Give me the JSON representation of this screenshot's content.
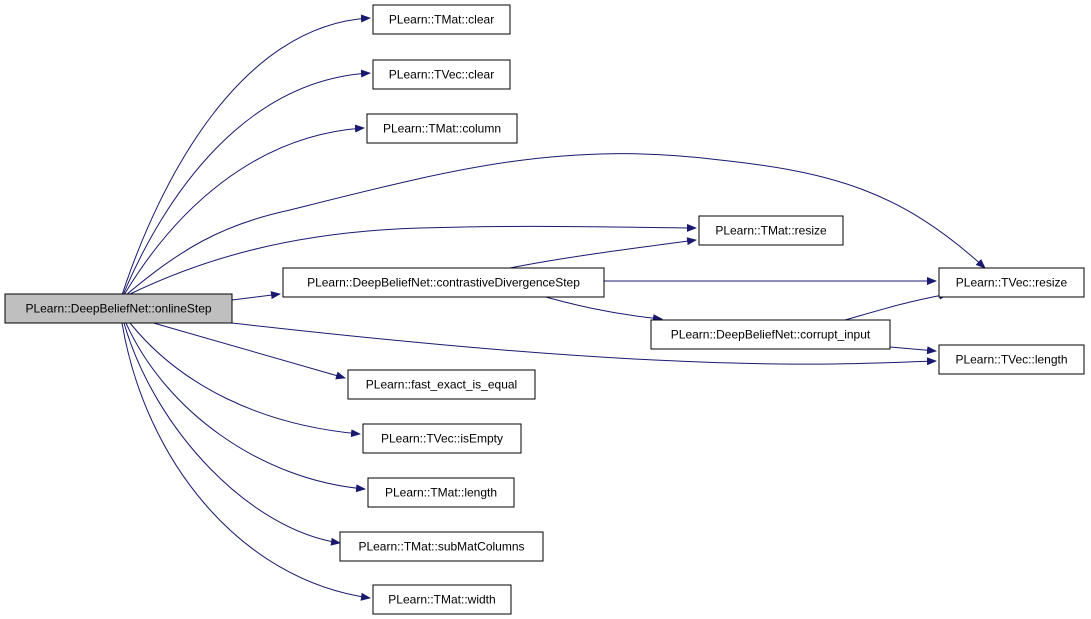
{
  "colors": {
    "edge": "#191970",
    "node_border": "#000000",
    "node_fill": "#ffffff",
    "root_fill": "#bfbfbf",
    "text": "#000000"
  },
  "nodes": [
    {
      "id": "online",
      "label": "PLearn::DeepBeliefNet::onlineStep",
      "root": true
    },
    {
      "id": "tmat_clear",
      "label": "PLearn::TMat::clear"
    },
    {
      "id": "tvec_clear",
      "label": "PLearn::TVec::clear"
    },
    {
      "id": "tmat_column",
      "label": "PLearn::TMat::column"
    },
    {
      "id": "tmat_resize",
      "label": "PLearn::TMat::resize"
    },
    {
      "id": "cd_step",
      "label": "PLearn::DeepBeliefNet::contrastiveDivergenceStep"
    },
    {
      "id": "tvec_resize",
      "label": "PLearn::TVec::resize"
    },
    {
      "id": "corrupt",
      "label": "PLearn::DeepBeliefNet::corrupt_input"
    },
    {
      "id": "tvec_length",
      "label": "PLearn::TVec::length"
    },
    {
      "id": "fast_eq",
      "label": "PLearn::fast_exact_is_equal"
    },
    {
      "id": "tvec_isempty",
      "label": "PLearn::TVec::isEmpty"
    },
    {
      "id": "tmat_length",
      "label": "PLearn::TMat::length"
    },
    {
      "id": "submat",
      "label": "PLearn::TMat::subMatColumns"
    },
    {
      "id": "tmat_width",
      "label": "PLearn::TMat::width"
    }
  ],
  "edges": [
    {
      "from": "online",
      "to": "tmat_clear"
    },
    {
      "from": "online",
      "to": "tvec_clear"
    },
    {
      "from": "online",
      "to": "tmat_column"
    },
    {
      "from": "online",
      "to": "tvec_resize"
    },
    {
      "from": "online",
      "to": "tmat_resize"
    },
    {
      "from": "online",
      "to": "cd_step"
    },
    {
      "from": "online",
      "to": "tvec_length"
    },
    {
      "from": "online",
      "to": "fast_eq"
    },
    {
      "from": "online",
      "to": "tvec_isempty"
    },
    {
      "from": "online",
      "to": "tmat_length"
    },
    {
      "from": "online",
      "to": "submat"
    },
    {
      "from": "online",
      "to": "tmat_width"
    },
    {
      "from": "cd_step",
      "to": "tmat_resize"
    },
    {
      "from": "cd_step",
      "to": "tvec_resize"
    },
    {
      "from": "cd_step",
      "to": "corrupt"
    },
    {
      "from": "corrupt",
      "to": "tvec_resize"
    },
    {
      "from": "corrupt",
      "to": "tvec_length"
    }
  ]
}
